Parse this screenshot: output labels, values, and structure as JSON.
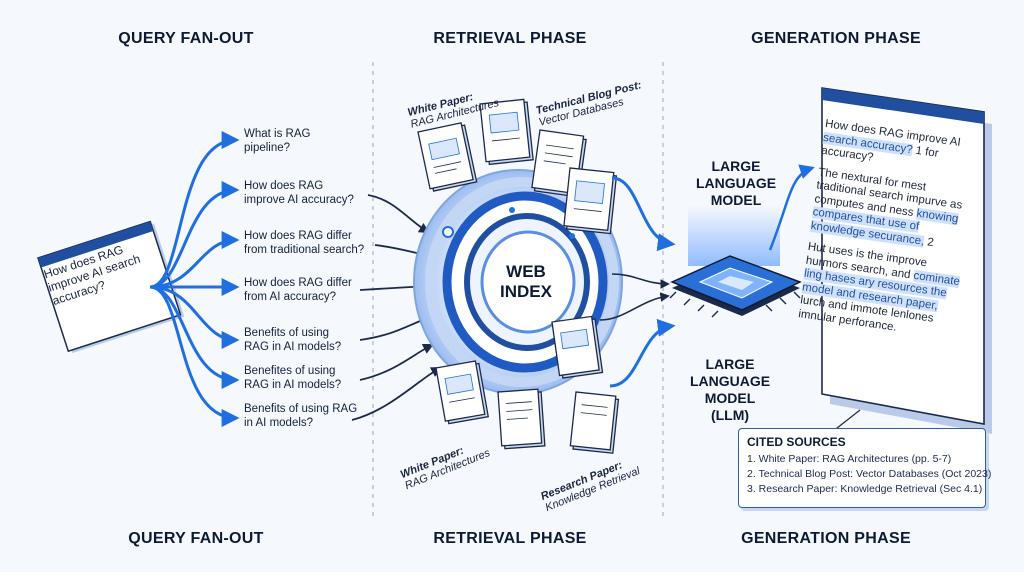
{
  "phases": {
    "top": [
      "QUERY FAN-OUT",
      "RETRIEVAL PHASE",
      "GENERATION PHASE"
    ],
    "bottom": [
      "QUERY FAN-OUT",
      "RETRIEVAL PHASE",
      "GENERATION PHASE"
    ]
  },
  "input_query": "How does RAG improve AI search accuracy?",
  "sub_queries": [
    [
      "What is RAG",
      "pipeline?"
    ],
    [
      "How does RAG",
      "improve AI accuracy?"
    ],
    [
      "How does RAG differ",
      "from traditional search?"
    ],
    [
      "How does RAG differ",
      "from AI accuracy?"
    ],
    [
      "Benefits of using",
      "RAG in AI models?"
    ],
    [
      "Benefites of using",
      "RAG in AI models?"
    ],
    [
      "Benefits of using RAG",
      "in AI models?"
    ]
  ],
  "web_index": [
    "WEB",
    "INDEX"
  ],
  "documents": {
    "top_left": [
      "White Paper:",
      "RAG Architectures"
    ],
    "top_right": [
      "Technical Blog Post:",
      "Vector Databases"
    ],
    "bottom_left": [
      "White Paper:",
      "RAG Architectures"
    ],
    "bottom_right": [
      "Research Paper:",
      "Knowledge Retrieval"
    ]
  },
  "llm": {
    "top": [
      "LARGE",
      "LANGUAGE",
      "MODEL"
    ],
    "bottom": [
      "LARGE",
      "LANGUAGE",
      "MODEL",
      "(LLM)"
    ]
  },
  "response": {
    "p1_a": "How does RAG improve AI",
    "p1_hl": "search accuracy?",
    "p1_b": "1 for accuracy?",
    "p2_a": "The nextural for mest traditional search impurve as computes and ness",
    "p2_hl": "knowing compares that use of knowledge securance,",
    "p2_b": "2",
    "p3_a": "Hut uses is the improve hurmors search, and",
    "p3_hl": "cominate ling hases ary resources the model and research paper,",
    "p3_b": "lurch and immote lenlones imnular perforance."
  },
  "cited_sources": {
    "title": "CITED SOURCES",
    "items": [
      "1. White Paper: RAG Architectures (pp. 5-7)",
      "2. Technical Blog Post: Vector Databases (Oct 2023)",
      "3. Research Paper: Knowledge Retrieval (Sec 4.1)"
    ]
  },
  "colors": {
    "accent": "#1f6fe0",
    "dark_blue": "#163f8f",
    "ink": "#0d1a33",
    "highlight": "#cfe0fb"
  }
}
